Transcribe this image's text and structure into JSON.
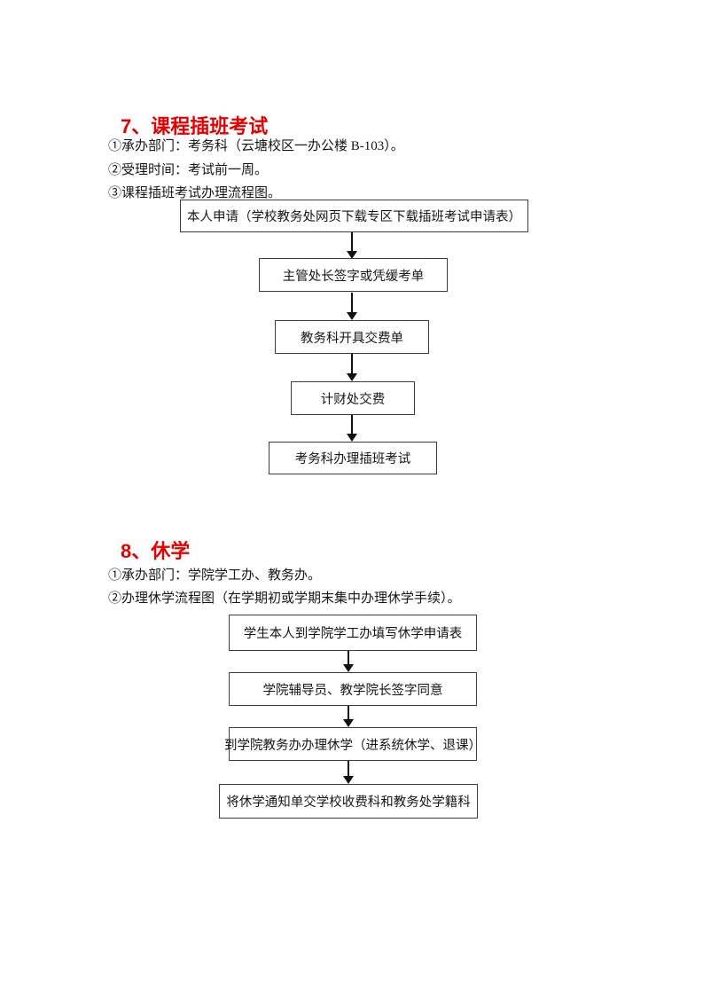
{
  "colors": {
    "heading_red": "#e60000",
    "body_text": "#161616",
    "box_border": "#3c3c3c",
    "page_background": "#ffffff"
  },
  "sections": [
    {
      "heading": "7、课程插班考试",
      "items": [
        "①承办部门：考务科（云塘校区一办公楼 B-103）。",
        "②受理时间：考试前一周。",
        "③课程插班考试办理流程图。"
      ],
      "flowchart": {
        "type": "vertical-flow",
        "connector": "arrow-down",
        "steps": [
          "本人申请（学校教务处网页下载专区下载插班考试申请表）",
          "主管处长签字或凭缓考单",
          "教务科开具交费单",
          "计财处交费",
          "考务科办理插班考试"
        ]
      }
    },
    {
      "heading": "8、休学",
      "items": [
        "①承办部门：学院学工办、教务办。",
        "②办理休学流程图（在学期初或学期末集中办理休学手续）。"
      ],
      "flowchart": {
        "type": "vertical-flow",
        "connector": "arrow-down",
        "steps": [
          "学生本人到学院学工办填写休学申请表",
          "学院辅导员、教学院长签字同意",
          "到学院教务办办理休学（进系统休学、退课）",
          "将休学通知单交学校收费科和教务处学籍科"
        ]
      }
    }
  ]
}
